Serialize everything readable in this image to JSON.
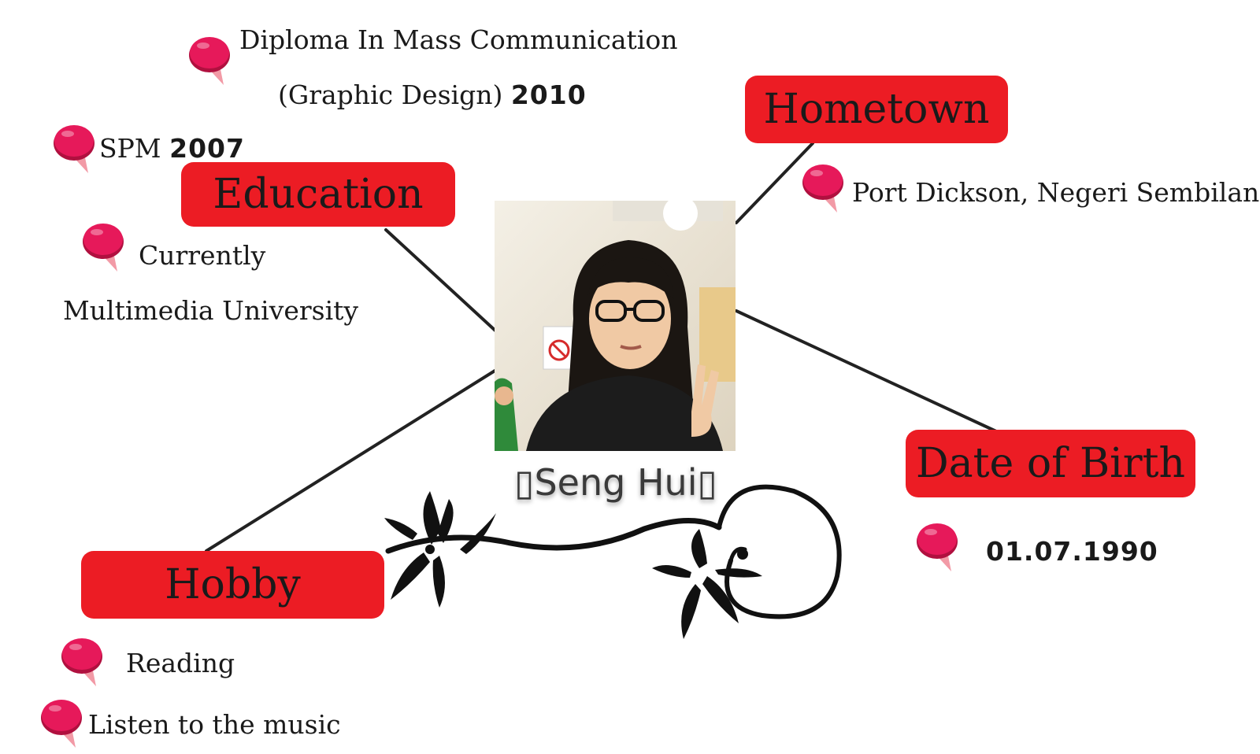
{
  "sections": {
    "education": {
      "title": "Education",
      "item1_line1": "Diploma In Mass Communication",
      "item1_line2": "(Graphic Design)",
      "item1_year": "2010",
      "item2_label": "SPM",
      "item2_year": "2007",
      "item3_line1": "Currently",
      "item3_line2": "Multimedia University"
    },
    "hometown": {
      "title": "Hometown",
      "value": "Port Dickson,  Negeri Sembilan"
    },
    "date_of_birth": {
      "title": "Date of Birth",
      "value": "01.07.1990"
    },
    "hobby": {
      "title": "Hobby",
      "item1": "Reading",
      "item2": "Listen to the music"
    }
  },
  "profile": {
    "name": "▯Seng Hui▯"
  },
  "colors": {
    "label_background": "#ec1c24",
    "pin_color": "#e6195a",
    "pin_tail": "#f29aa6",
    "connector_line": "#222222"
  },
  "icons": {
    "pin": "speech-bubble-pin-icon",
    "ornament": "floral-swirl-ornament"
  }
}
